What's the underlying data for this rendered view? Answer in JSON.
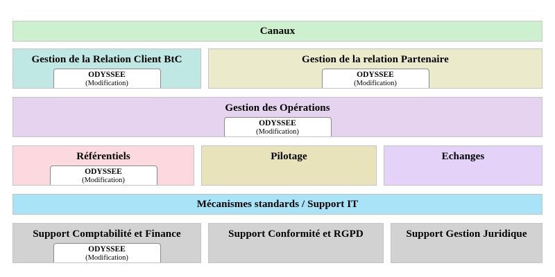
{
  "diagram": {
    "title_present": false,
    "colors": {
      "canaux": "#cdf0ce",
      "relation_client": "#bfe7e3",
      "relation_partenaire": "#ebeacb",
      "operations": "#e6d3ef",
      "referentiels": "#fcd9de",
      "pilotage": "#e8e3bb",
      "echanges": "#e4d2f8",
      "mecanismes": "#a8e3f7",
      "support": "#d2d2d2",
      "border": "#c4c4c4",
      "app_box_border": "#8a8a8a",
      "app_box_fill": "#ffffff",
      "text": "#000000"
    },
    "app_label": {
      "name": "ODYSSEE",
      "status": "(Modification)"
    },
    "rows": [
      {
        "id": "canaux",
        "blocks": [
          {
            "label": "Canaux",
            "color_key": "canaux",
            "app": false
          }
        ]
      },
      {
        "id": "relation",
        "blocks": [
          {
            "label": "Gestion de la Relation Client BtC",
            "color_key": "relation_client",
            "app": true
          },
          {
            "label": "Gestion de la relation Partenaire",
            "color_key": "relation_partenaire",
            "app": true
          }
        ]
      },
      {
        "id": "operations",
        "blocks": [
          {
            "label": "Gestion des Opérations",
            "color_key": "operations",
            "app": true
          }
        ]
      },
      {
        "id": "referentiels",
        "blocks": [
          {
            "label": "Référentiels",
            "color_key": "referentiels",
            "app": true
          },
          {
            "label": "Pilotage",
            "color_key": "pilotage",
            "app": false
          },
          {
            "label": "Echanges",
            "color_key": "echanges",
            "app": false
          }
        ]
      },
      {
        "id": "mecanismes",
        "blocks": [
          {
            "label": "Mécanismes standards / Support IT",
            "color_key": "mecanismes",
            "app": false
          }
        ]
      },
      {
        "id": "support",
        "blocks": [
          {
            "label": "Support Comptabilité et Finance",
            "color_key": "support",
            "app": true
          },
          {
            "label": "Support Conformité et RGPD",
            "color_key": "support",
            "app": false
          },
          {
            "label": "Support Gestion Juridique",
            "color_key": "support",
            "app": false
          }
        ]
      }
    ]
  }
}
